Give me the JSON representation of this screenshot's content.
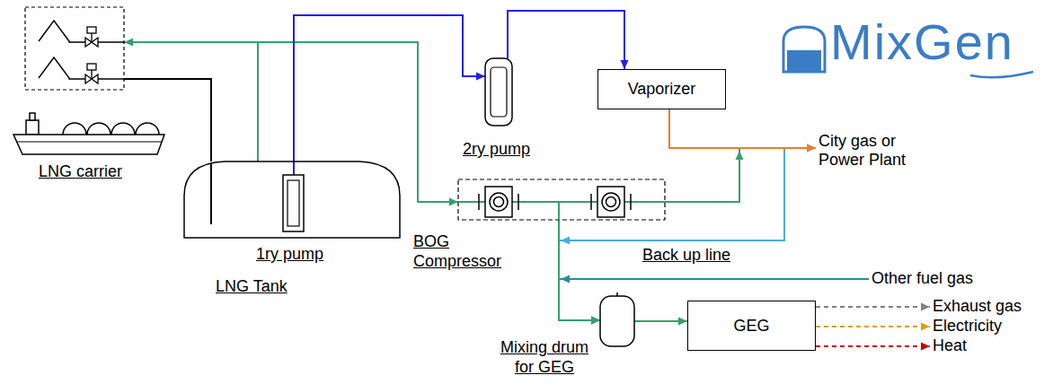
{
  "diagram": {
    "nodes": [
      {
        "text": [
          "LNG carrier"
        ]
      },
      {
        "text": [
          "LNG Tank"
        ]
      },
      {
        "text": [
          "1ry pump"
        ],
        "in": 1
      },
      {
        "text": [
          "2ry pump"
        ]
      },
      {
        "text": [
          "Vaporizer"
        ]
      },
      {
        "text": [
          "BOG Compressor"
        ]
      },
      {
        "text": [
          "City gas or Power Plant"
        ]
      },
      {
        "text": [
          "Other fuel gas"
        ]
      },
      {
        "text": [
          "Mixing drum for GEG"
        ]
      },
      {
        "text": [
          "GEG"
        ]
      },
      {
        "text": [
          "Exhaust gas"
        ]
      },
      {
        "text": [
          "Electricity"
        ]
      },
      {
        "text": [
          "Heat"
        ]
      }
    ],
    "edges": [
      {
        "from": 0,
        "to": 1,
        "arrow": "none"
      },
      {
        "from": 1,
        "to": 0,
        "arrow": "to"
      },
      {
        "from": 1,
        "to": 5,
        "arrow": "to"
      },
      {
        "from": 2,
        "to": 3,
        "arrow": "to"
      },
      {
        "from": 3,
        "to": 4,
        "arrow": "to"
      },
      {
        "from": 4,
        "to": 8,
        "label": "Back up line",
        "arrow": "to"
      },
      {
        "from": 7,
        "to": 8,
        "arrow": "to"
      },
      {
        "from": 5,
        "to": 8,
        "arrow": "to"
      },
      {
        "from": 5,
        "to": 6,
        "arrow": "to"
      },
      {
        "from": 4,
        "to": 6,
        "arrow": "to"
      },
      {
        "from": 8,
        "to": 9,
        "arrow": "to"
      },
      {
        "from": 9,
        "to": 10,
        "arrow": "to"
      },
      {
        "from": 9,
        "to": 11,
        "arrow": "to"
      },
      {
        "from": 9,
        "to": 12,
        "arrow": "to"
      }
    ],
    "labels": [
      "MixGen"
    ]
  }
}
